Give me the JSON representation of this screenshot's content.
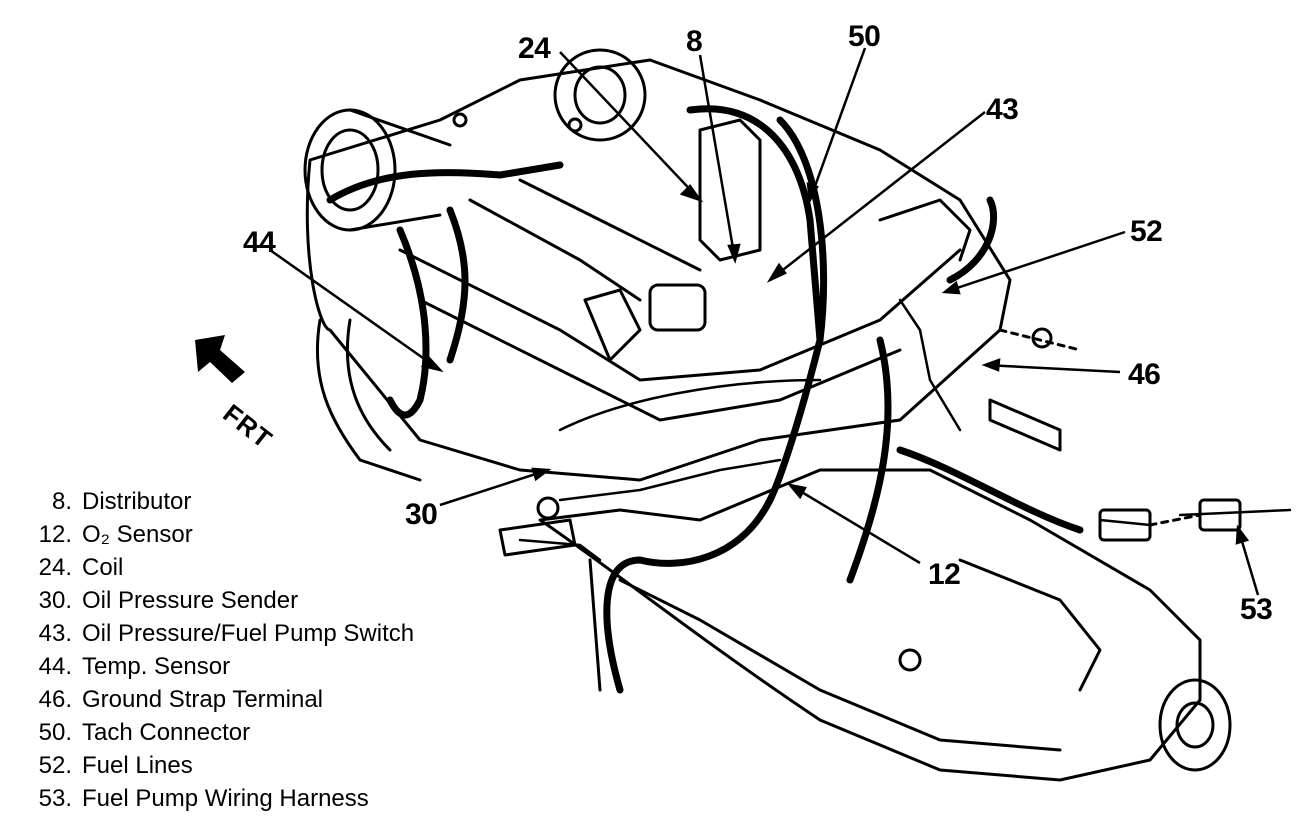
{
  "direction_label": "FRT",
  "callouts": {
    "c8": "8",
    "c12": "12",
    "c24": "24",
    "c30": "30",
    "c43": "43",
    "c44": "44",
    "c46": "46",
    "c50": "50",
    "c52": "52",
    "c53": "53"
  },
  "legend": [
    {
      "num": "8.",
      "text": "Distributor"
    },
    {
      "num": "12.",
      "text": "O₂ Sensor"
    },
    {
      "num": "24.",
      "text": "Coil"
    },
    {
      "num": "30.",
      "text": "Oil Pressure Sender"
    },
    {
      "num": "43.",
      "text": "Oil Pressure/Fuel Pump Switch"
    },
    {
      "num": "44.",
      "text": "Temp. Sensor"
    },
    {
      "num": "46.",
      "text": "Ground Strap Terminal"
    },
    {
      "num": "50.",
      "text": "Tach Connector"
    },
    {
      "num": "52.",
      "text": "Fuel Lines"
    },
    {
      "num": "53.",
      "text": "Fuel Pump Wiring Harness"
    }
  ]
}
